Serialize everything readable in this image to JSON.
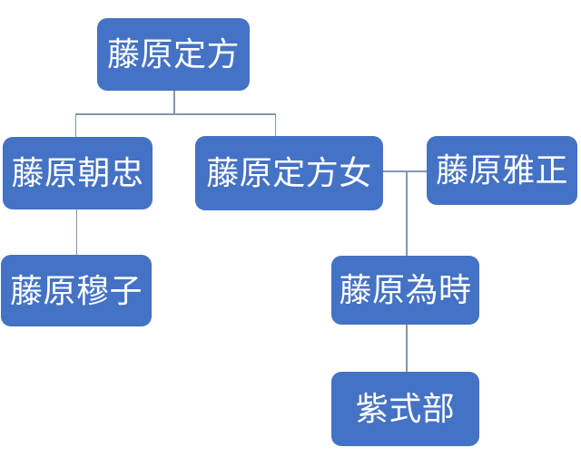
{
  "diagram": {
    "type": "family-tree",
    "colors": {
      "node_fill": "#4472C4",
      "node_text": "#FFFFFF",
      "connector": "#8496AE",
      "background": "#FFFFFF"
    },
    "nodes": {
      "sadakata": {
        "label": "藤原定方"
      },
      "asatada": {
        "label": "藤原朝忠"
      },
      "sadakata_daughter": {
        "label": "藤原定方女"
      },
      "masatada": {
        "label": "藤原雅正"
      },
      "bokushi": {
        "label": "藤原穆子"
      },
      "tametoki": {
        "label": "藤原為時"
      },
      "murasaki": {
        "label": "紫式部"
      }
    },
    "edges": [
      {
        "from": "藤原定方",
        "to": "藤原朝忠",
        "type": "parent-child"
      },
      {
        "from": "藤原定方",
        "to": "藤原定方女",
        "type": "parent-child"
      },
      {
        "from": "藤原朝忠",
        "to": "藤原穆子",
        "type": "parent-child"
      },
      {
        "from": "藤原定方女",
        "to": "藤原雅正",
        "type": "marriage"
      },
      {
        "from": "藤原定方女 × 藤原雅正",
        "to": "藤原為時",
        "type": "parent-child"
      },
      {
        "from": "藤原為時",
        "to": "紫式部",
        "type": "parent-child"
      }
    ]
  }
}
